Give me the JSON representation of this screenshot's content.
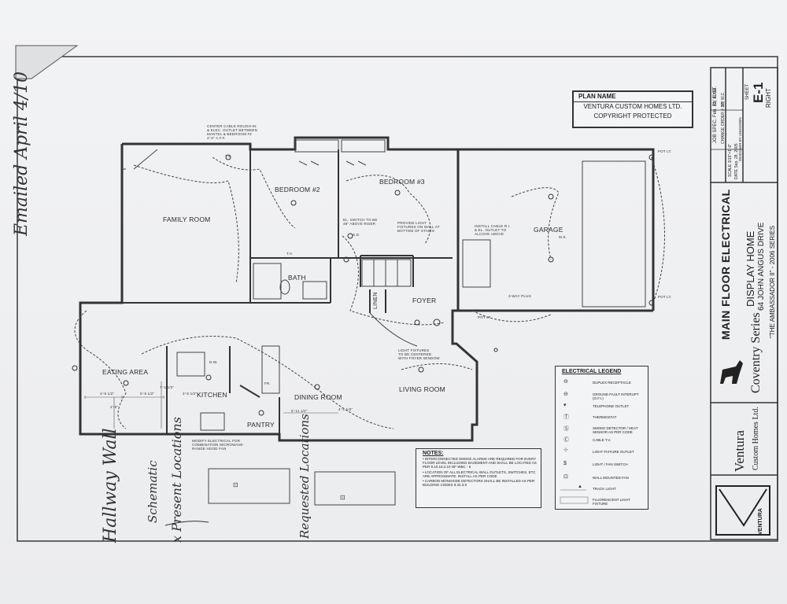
{
  "handwriting": {
    "emailed": "Emailed April 4/10",
    "hallway_wall": "Hallway Wall",
    "schematic": "Schematic",
    "present_locations": "x Present Locations",
    "requested_locations": "Requested Locations"
  },
  "plan_name_box": {
    "heading": "PLAN NAME",
    "line1": "VENTURA CUSTOM HOMES LTD.",
    "line2": "COPYRIGHT PROTECTED"
  },
  "rooms": {
    "family_room": "FAMILY ROOM",
    "bedroom2": "BEDROOM #2",
    "bedroom3": "BEDROOM #3",
    "bath": "BATH",
    "linen": "LINEN",
    "foyer": "FOYER",
    "garage": "GARAGE",
    "eating_area": "EATING AREA",
    "kitchen": "KITCHEN",
    "dining_room": "DINING ROOM",
    "living_room": "LIVING ROOM",
    "pantry": "PANTRY"
  },
  "plan_notes": {
    "center_cable": "CENTER CABLE ROUGH-IN\n& ELEC. OUTLET BETWEEN\nMANTEL & BEDROOM #2\n4'-0\" A.F.F.",
    "el_switch": "EL. SWITCH TO BE\n48\" ABOVE RISER",
    "provide_light": "PROVIDE LIGHT\nFIXTURES ON WALL AT\nBOTTOM OF STAIRS",
    "install_cable": "INSTALL CABLE R.I.\n& EL. OUTLET TO\nALCOVE ABOVE",
    "light_fixtures_foyer": "LIGHT FIXTURES\nTO BE CENTERED\nWITH FOYER WINDOW",
    "modify_electrical": "MODIFY ELECTRICAL FOR\nCOMBINATION MICROWAVE-\nRANGE HOOD FAN",
    "pot_lt": "POT LT.",
    "three_way_plug": "3-WAY PLUG",
    "tv": "T.V.",
    "sd": "S.D.",
    "ms": "M.S.",
    "dw": "D.W.",
    "fr": "FR.",
    "dims": [
      "4'-8 1/2\"",
      "5'-8 1/2\"",
      "7'-1 1/2\"",
      "3'-5 1/2\"",
      "5'-11 1/2\"",
      "2'-9\"",
      "4'-1 1/2\""
    ]
  },
  "legend": {
    "title": "ELECTRICAL LEGEND",
    "items": [
      {
        "symbol": "⊖",
        "label": "DUPLEX RECEPTACLE"
      },
      {
        "symbol": "⊖",
        "label": "GROUND FAULT INTERUPT (G.F.I.)"
      },
      {
        "symbol": "▾",
        "label": "TELEPHONE OUTLET"
      },
      {
        "symbol": "Ⓣ",
        "label": "THERMOSTAT"
      },
      {
        "symbol": "Ⓢ",
        "label": "SMOKE DETECTOR / HEAT SENSOR AS PER CODE"
      },
      {
        "symbol": "Ⓒ",
        "label": "CABLE T.V."
      },
      {
        "symbol": "⊹",
        "label": "LIGHT FIXTURE OUTLET"
      },
      {
        "symbol": "$",
        "label": "LIGHT / FAN SWITCH"
      },
      {
        "symbol": "⊡",
        "label": "WALL MOUNTED FAN"
      },
      {
        "symbol": "▲",
        "label": "TRACK LIGHT"
      },
      {
        "symbol": "▭",
        "label": "FLUORESCENT LIGHT FIXTURE"
      }
    ]
  },
  "notes": {
    "title": "NOTES:",
    "items": [
      "• INTERCONNECTED SMOKE ALARMS ARE REQUIRED FOR EVERY FLOOR LEVEL INCLUDING BASEMENT AND SHALL BE LOCATED AS PER 9.10.18.2.10 OF WBC - 6",
      "• LOCATION OF ALL ELECTRICAL WALL OUTLETS, SWITCHES, ETC ARE APPROXIMATE. INSTALL AS PER CODE",
      "• CARBON MONOXIDE DETECTORS SHALL BE INSTALLED AS PER BUILDING CODES 9.32.3.9"
    ]
  },
  "title_block": {
    "drawing_title": "MAIN FLOOR ELECTRICAL",
    "display_home": "DISPLAY HOME",
    "address": "64 JOHN ANGUS DRIVE",
    "series_note": "\"THE AMBASSADOR II\" - 2006 SERIES",
    "series": "Coventry Series",
    "company_name": "Ventura",
    "company_sub": "Custom Homes Ltd.",
    "logo_text": "VENTURA",
    "sheet_label": "SHEET",
    "sheet_number": "E-1",
    "sheet_side": "RIGHT",
    "job_spec": "JOB SPEC. Feb. 11, 2009",
    "by": "BY  K. ST.",
    "change_order": "CHANGE ORDER  # 1-5",
    "by2": "BY  W.Z.",
    "scale": "SCALE  3/16\"=1'-0\"",
    "date": "DATE  Sep. 28, 2005",
    "designer": "DESIGNER BY  UNKNOWN"
  },
  "colors": {
    "ink": "#333333",
    "paper": "#eeeff1",
    "pencil": "#444444"
  }
}
